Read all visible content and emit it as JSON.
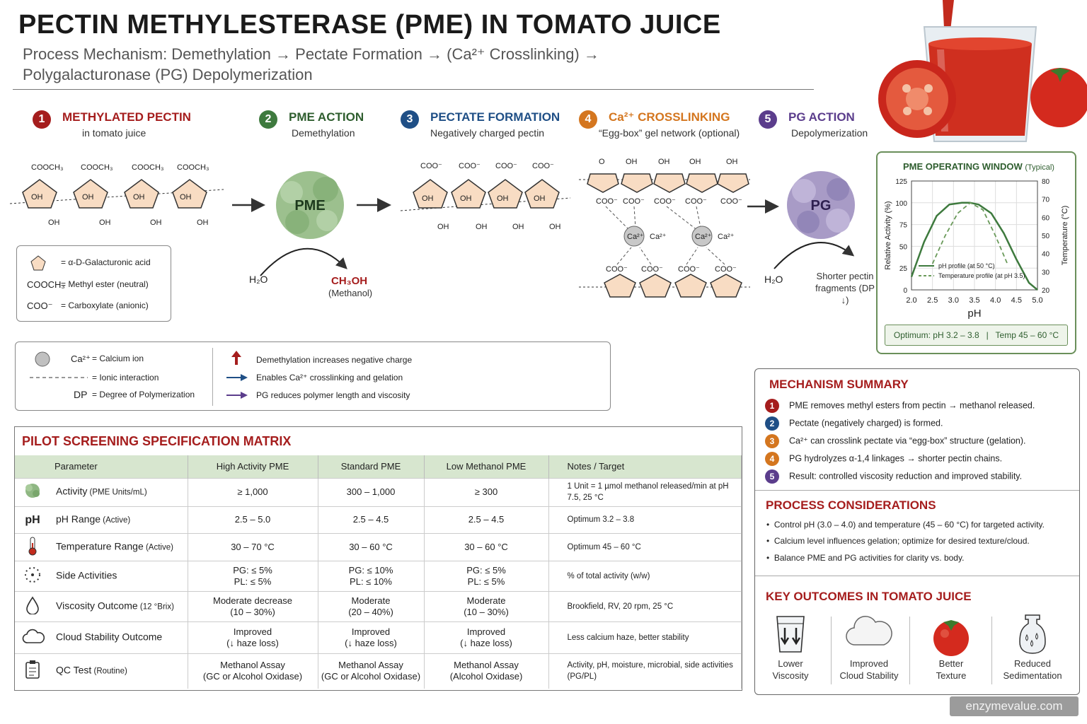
{
  "title": "PECTIN METHYLESTERASE (PME) IN TOMATO JUICE",
  "subtitle": "Process Mechanism: Demethylation → Pectate Formation → (Ca²⁺ Crosslinking) → Polygalacturonase (PG) Depolymerization",
  "colors": {
    "red": "#a51d1d",
    "green": "#3e7a3e",
    "blue": "#1f4f86",
    "orange": "#d4761f",
    "purple": "#5b3d8c"
  },
  "steps": [
    {
      "num": "1",
      "title": "METHYLATED PECTIN",
      "desc": "in tomato juice"
    },
    {
      "num": "2",
      "title": "PME ACTION",
      "desc": "Demethylation"
    },
    {
      "num": "3",
      "title": "PECTATE FORMATION",
      "desc": "Negatively charged pectin"
    },
    {
      "num": "4",
      "title": "Ca²⁺ CROSSLINKING",
      "desc": "“Egg-box” gel network (optional)"
    },
    {
      "num": "5",
      "title": "PG ACTION",
      "desc": "Depolymerization"
    }
  ],
  "diagram": {
    "cooch3": "COOCH₃",
    "oh": "OH",
    "o": "O",
    "coo": "COO⁻",
    "ca": "Ca²⁺",
    "pme": "PME",
    "pg": "PG",
    "h2o": "H₂O",
    "methanol": "CH₃OH",
    "methanol_note": "(Methanol)",
    "pg_product": "Shorter pectin fragments (DP ↓)"
  },
  "legend_units": [
    {
      "symbol": "",
      "icon": "pentagon-icon",
      "text": "= α-D-Galacturonic acid"
    },
    {
      "symbol": "COOCH₃",
      "text": "= Methyl ester (neutral)"
    },
    {
      "symbol": "COO⁻",
      "text": "= Carboxylate (anionic)"
    }
  ],
  "legend_keys": [
    {
      "symbol": "Ca²⁺",
      "icon": "calcium-ion-icon",
      "text": "= Calcium ion"
    },
    {
      "symbol": "",
      "icon": "dashed-line-icon",
      "text": "= Ionic interaction"
    },
    {
      "symbol": "DP",
      "text": "= Degree of Polymerization"
    }
  ],
  "legend_arrows": [
    {
      "icon": "red-up-arrow-icon",
      "text": "Demethylation increases negative charge"
    },
    {
      "icon": "blue-arrow-icon",
      "text": "Enables Ca²⁺ crosslinking and gelation"
    },
    {
      "icon": "purple-arrow-icon",
      "text": "PG reduces polymer length and viscosity"
    }
  ],
  "pme_window": {
    "title": "PME OPERATING WINDOW",
    "title_note": "(Typical)",
    "optimum": "Optimum: pH 3.2 – 3.8   |   Temp 45 – 60 °C"
  },
  "chart_data": {
    "type": "line",
    "xlabel": "pH",
    "ylabel": "Relative Activity (%)",
    "y2label": "Temperature (°C)",
    "xlim": [
      2.0,
      5.0
    ],
    "ylim": [
      0,
      125
    ],
    "y2lim": [
      20,
      80
    ],
    "xticks": [
      "2.0",
      "2.5",
      "3.0",
      "3.5",
      "4.0",
      "4.5",
      "5.0"
    ],
    "yticks": [
      "0",
      "25",
      "50",
      "75",
      "100",
      "125"
    ],
    "y2ticks": [
      "20",
      "30",
      "40",
      "50",
      "60",
      "70",
      "80"
    ],
    "series": [
      {
        "name": "pH profile (at 50 °C)",
        "style": "solid",
        "x": [
          2.0,
          2.3,
          2.6,
          2.9,
          3.2,
          3.4,
          3.6,
          3.9,
          4.2,
          4.5,
          4.8,
          5.0
        ],
        "y": [
          15,
          55,
          85,
          98,
          100,
          100,
          98,
          88,
          65,
          35,
          8,
          0
        ]
      },
      {
        "name": "Temperature profile (at pH 3.5)",
        "style": "dashed",
        "x": [
          2.5,
          2.8,
          3.1,
          3.4,
          3.7,
          4.0,
          4.3
        ],
        "y": [
          30,
          62,
          88,
          100,
          92,
          62,
          28
        ]
      }
    ],
    "legend": "bottom-left"
  },
  "matrix": {
    "title": "PILOT SCREENING SPECIFICATION MATRIX",
    "headers": [
      "Parameter",
      "High Activity PME",
      "Standard PME",
      "Low Methanol PME",
      "Notes / Target"
    ],
    "rows": [
      {
        "icon": "enzyme-icon",
        "param": "Activity",
        "unit": "(PME Units/mL)",
        "c1": "≥ 1,000",
        "c2": "300 – 1,000",
        "c3": "≥ 300",
        "note": "1 Unit = 1 µmol methanol released/min at pH 7.5, 25 °C"
      },
      {
        "icon": "ph-icon",
        "iconText": "pH",
        "param": "pH Range",
        "unit": "(Active)",
        "c1": "2.5 – 5.0",
        "c2": "2.5 – 4.5",
        "c3": "2.5 – 4.5",
        "note": "Optimum 3.2 – 3.8"
      },
      {
        "icon": "thermometer-icon",
        "param": "Temperature Range",
        "unit": "(Active)",
        "c1": "30 – 70 °C",
        "c2": "30 – 60 °C",
        "c3": "30 – 60 °C",
        "note": "Optimum 45 – 60 °C"
      },
      {
        "icon": "dotted-circle-icon",
        "param": "Side Activities",
        "unit": "",
        "c1": "PG: ≤ 5%\nPL: ≤ 5%",
        "c2": "PG: ≤ 10%\nPL: ≤ 10%",
        "c3": "PG: ≤ 5%\nPL: ≤ 5%",
        "note": "% of total activity (w/w)"
      },
      {
        "icon": "droplet-icon",
        "param": "Viscosity Outcome",
        "unit": "(12 °Brix)",
        "c1": "Moderate decrease\n(10 – 30%)",
        "c2": "Moderate\n(20 – 40%)",
        "c3": "Moderate\n(10 – 30%)",
        "note": "Brookfield, RV, 20 rpm, 25 °C"
      },
      {
        "icon": "cloud-icon",
        "param": "Cloud Stability Outcome",
        "unit": "",
        "c1": "Improved\n(↓ haze loss)",
        "c2": "Improved\n(↓ haze loss)",
        "c3": "Improved\n(↓ haze loss)",
        "note": "Less calcium haze, better stability"
      },
      {
        "icon": "clipboard-icon",
        "param": "QC Test",
        "unit": "(Routine)",
        "c1": "Methanol Assay\n(GC or Alcohol Oxidase)",
        "c2": "Methanol Assay\n(GC or Alcohol Oxidase)",
        "c3": "Methanol Assay\n(Alcohol Oxidase)",
        "note": "Activity, pH, moisture, microbial, side activities (PG/PL)"
      }
    ]
  },
  "summary": {
    "title": "MECHANISM SUMMARY",
    "items": [
      "PME removes methyl esters from pectin → methanol released.",
      "Pectate (negatively charged) is formed.",
      "Ca²⁺ can crosslink pectate via “egg-box” structure (gelation).",
      "PG hydrolyzes α-1,4 linkages → shorter pectin chains.",
      "Result: controlled viscosity reduction and improved stability."
    ]
  },
  "process": {
    "title": "PROCESS CONSIDERATIONS",
    "items": [
      "Control pH (3.0 – 4.0) and temperature (45 – 60 °C) for targeted activity.",
      "Calcium level influences gelation; optimize for desired texture/cloud.",
      "Balance PME and PG activities for clarity vs. body."
    ]
  },
  "outcomes": {
    "title": "KEY OUTCOMES IN TOMATO JUICE",
    "items": [
      {
        "icon": "glass-down-arrows-icon",
        "label": "Lower\nViscosity"
      },
      {
        "icon": "cloud-icon",
        "label": "Improved\nCloud Stability"
      },
      {
        "icon": "tomato-icon",
        "label": "Better\nTexture"
      },
      {
        "icon": "sediment-flask-icon",
        "label": "Reduced\nSedimentation"
      }
    ]
  },
  "watermark": "enzymevalue.com"
}
